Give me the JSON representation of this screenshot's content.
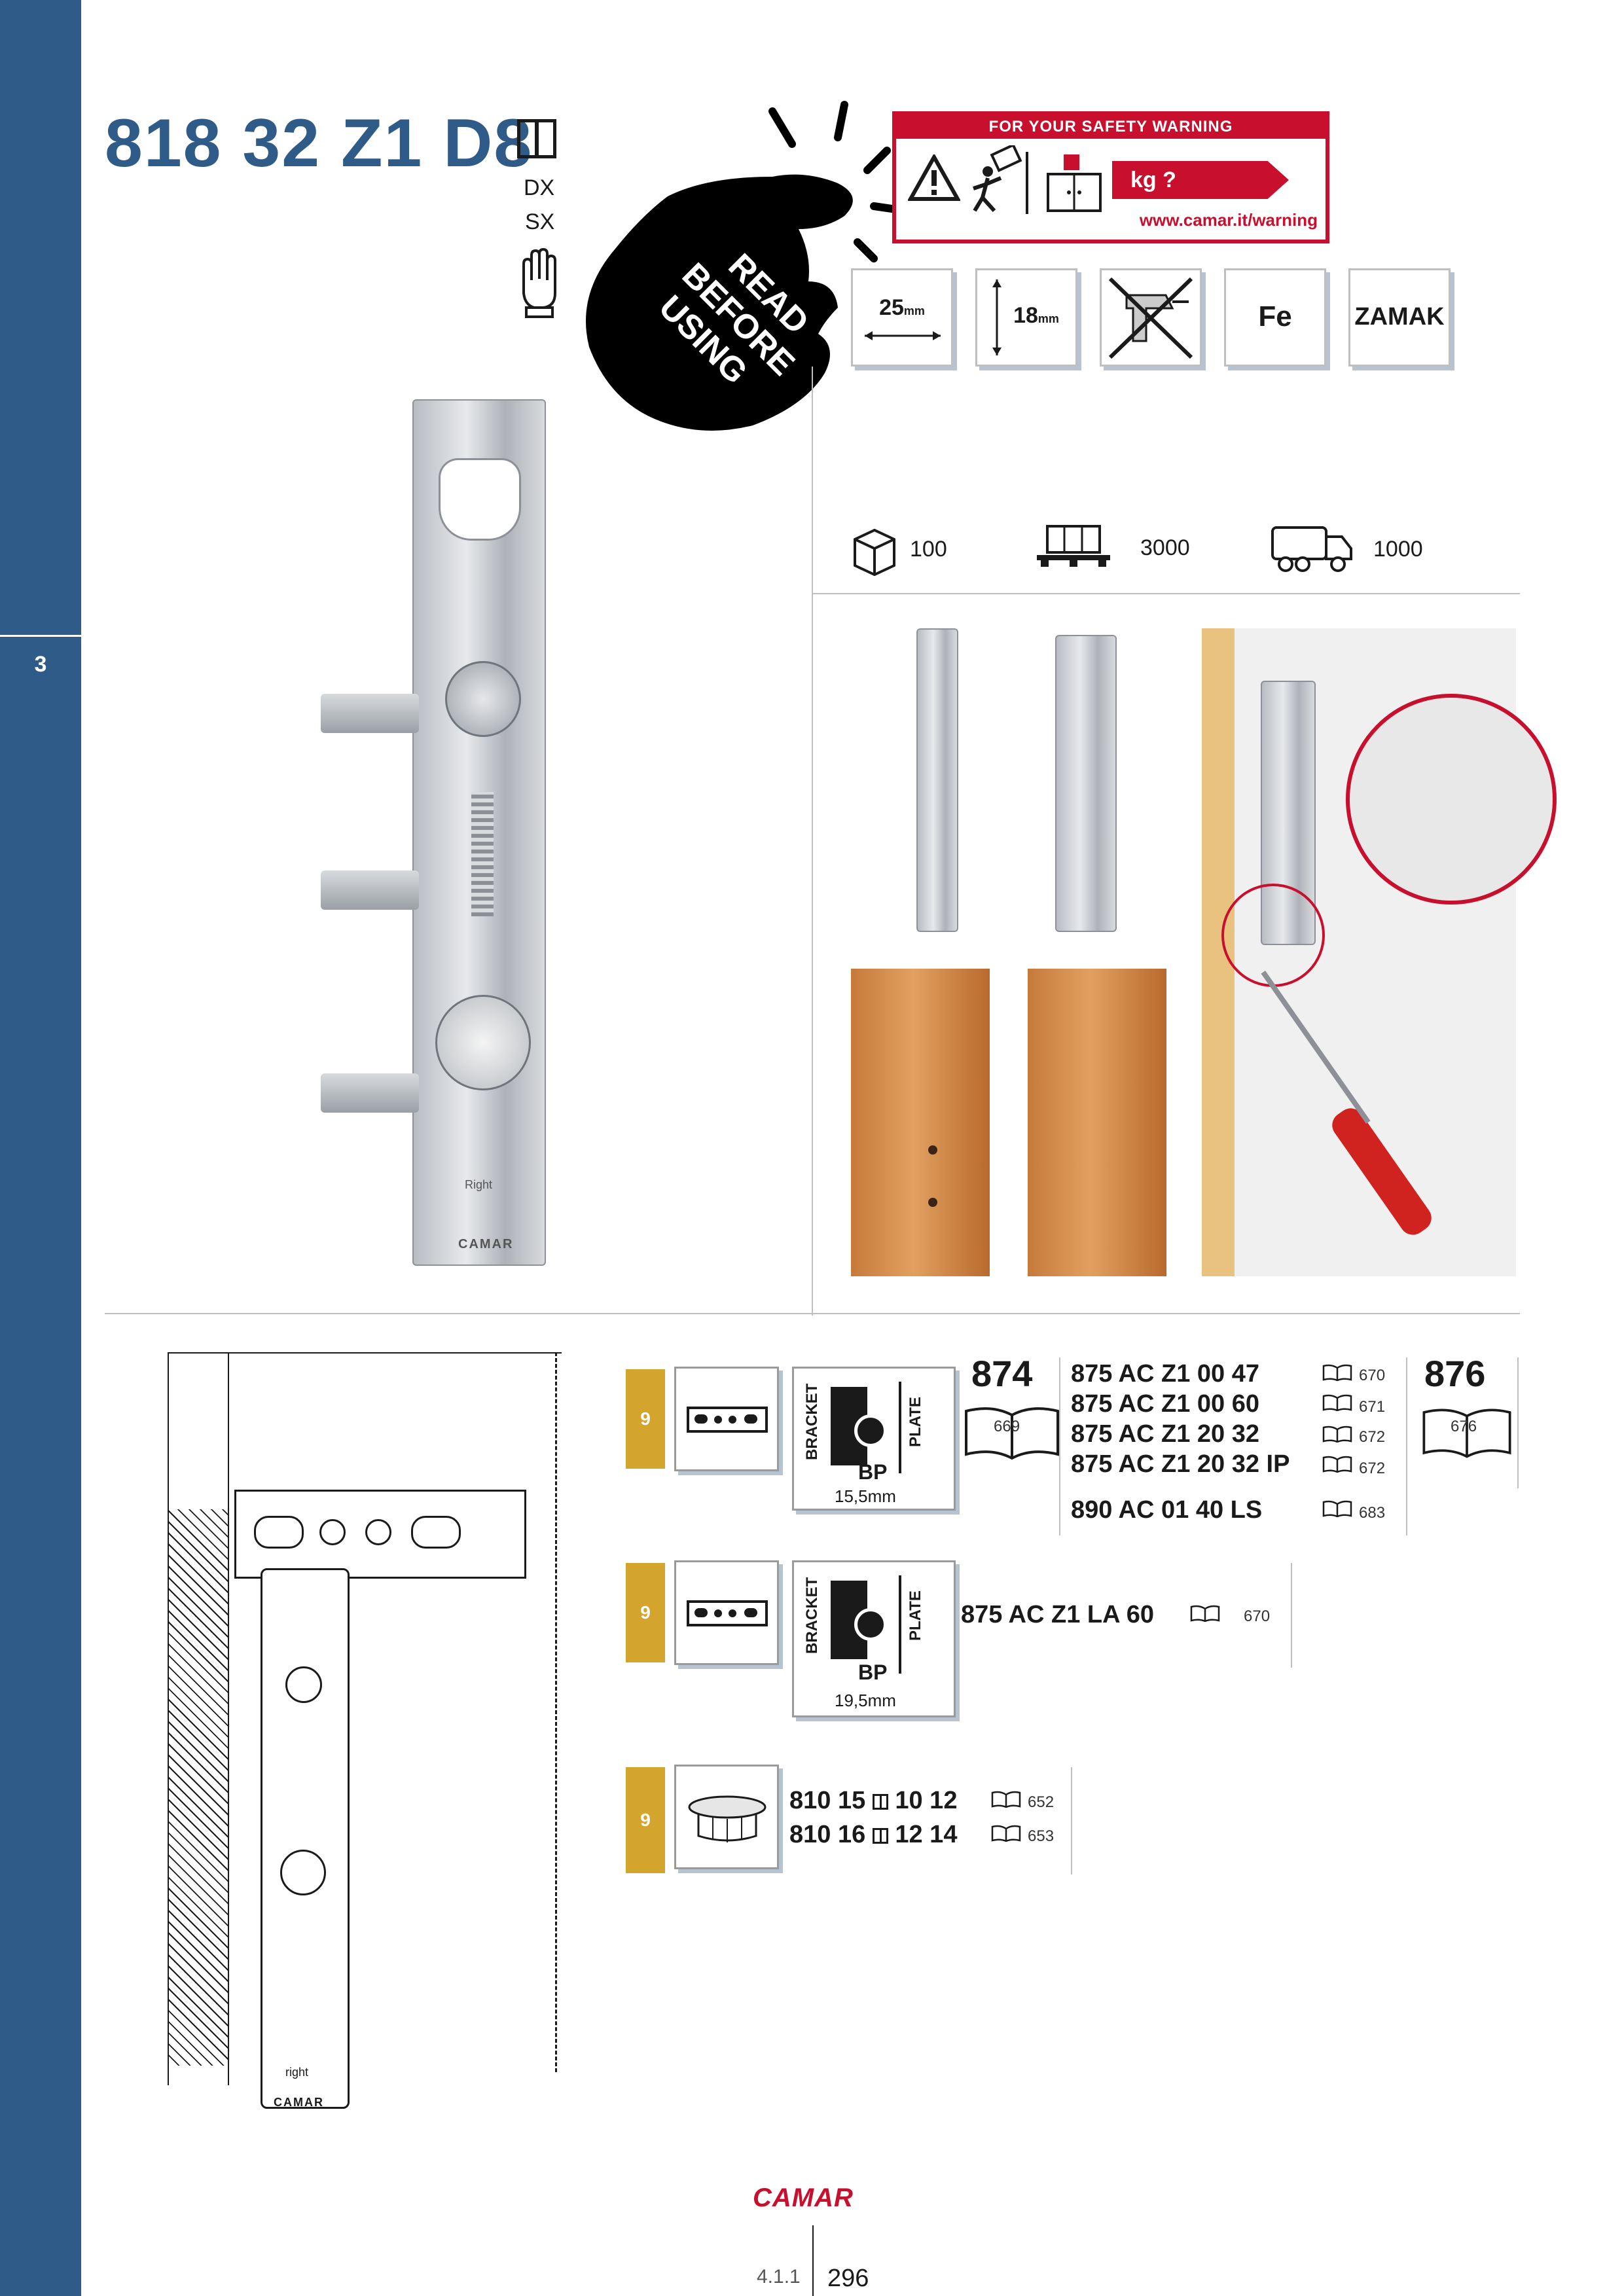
{
  "product": {
    "code": "818 32 Z1 D8",
    "versions": [
      "DX",
      "SX"
    ]
  },
  "sidebar": {
    "section": "3"
  },
  "read_before": {
    "lines": [
      "READ",
      "BEFORE",
      "USING"
    ]
  },
  "warning": {
    "header": "FOR YOUR SAFETY WARNING",
    "kg": "kg ?",
    "url": "www.camar.it/warning"
  },
  "specs": [
    {
      "label": "25",
      "unit": "mm",
      "icon": "width-arrow-icon"
    },
    {
      "label": "18",
      "unit": "mm",
      "icon": "thickness-arrow-icon"
    },
    {
      "label": "",
      "unit": "",
      "icon": "no-drill-icon"
    },
    {
      "label": "Fe",
      "unit": "",
      "icon": "material-icon"
    },
    {
      "label": "ZAMAK",
      "unit": "",
      "icon": "material-icon"
    }
  ],
  "packaging": [
    {
      "icon": "box-icon",
      "qty": "100"
    },
    {
      "icon": "pallet-icon",
      "qty": "3000"
    },
    {
      "icon": "truck-icon",
      "qty": "1000"
    }
  ],
  "drawing": {
    "mark_text": "right",
    "brand_text": "CAMAR"
  },
  "photo": {
    "mark_text": "Right",
    "brand_text": "CAMAR"
  },
  "compat_rows": [
    {
      "tag": "9",
      "bp_label": "BP",
      "bp_value": "15,5mm",
      "bracket": "BRACKET",
      "plate": "PLATE",
      "ref_left": "874",
      "ref_left_page": "669",
      "items": [
        {
          "code": "875 AC Z1 00 47",
          "page": "670"
        },
        {
          "code": "875 AC Z1 00 60",
          "page": "671"
        },
        {
          "code": "875 AC Z1 20 32",
          "page": "672"
        },
        {
          "code": "875 AC Z1 20 32 IP",
          "page": "672"
        },
        {
          "code": "890 AC 01 40 LS",
          "page": "683"
        }
      ],
      "ref_right": "876",
      "ref_right_page": "676"
    },
    {
      "tag": "9",
      "bp_label": "BP",
      "bp_value": "19,5mm",
      "bracket": "BRACKET",
      "plate": "PLATE",
      "items": [
        {
          "code": "875 AC Z1 LA 60",
          "page": "670"
        }
      ]
    },
    {
      "tag": "9",
      "items": [
        {
          "code_a": "810 15",
          "code_b": "10 12",
          "page": "652"
        },
        {
          "code_a": "810 16",
          "code_b": "12 14",
          "page": "653"
        }
      ]
    }
  ],
  "footer": {
    "brand": "CAMAR",
    "section": "4.1.1",
    "page": "296"
  },
  "colors": {
    "brand_blue": "#2f5b88",
    "warning_red": "#c8102e",
    "row_tag_gold": "#d4a52d"
  }
}
